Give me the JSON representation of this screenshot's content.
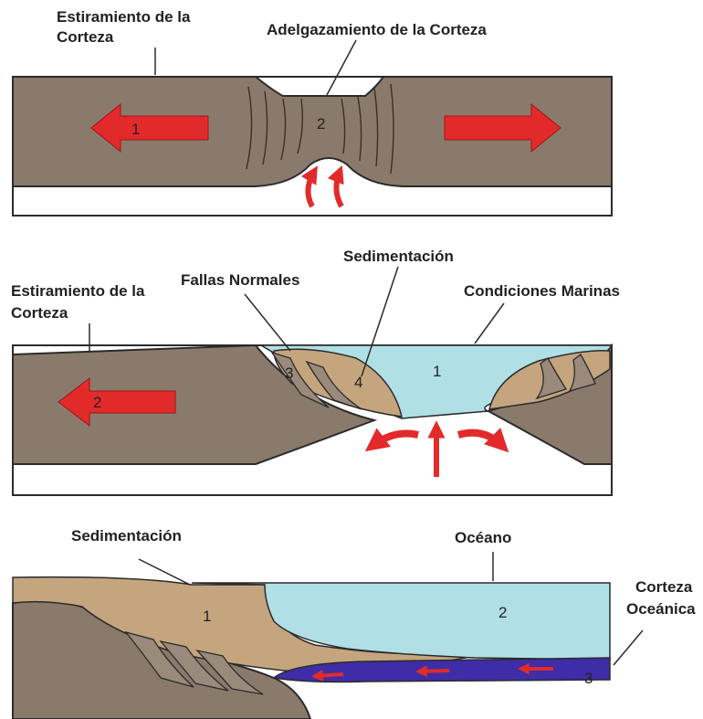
{
  "colors": {
    "crust": "#8a7a6c",
    "sediment": "#c4a57e",
    "water": "#b0e0e6",
    "oceanic_crust": "#3e2da6",
    "arrow": "#e32a2a",
    "outline": "#2b2b2b"
  },
  "panel1": {
    "label_left_1": "Estiramiento de la",
    "label_left_2": "Corteza",
    "label_top": "Adelgazamiento de la Corteza",
    "num_1": "1",
    "num_2": "2"
  },
  "panel2": {
    "label_sed": "Sedimentación",
    "label_fallas": "Fallas Normales",
    "label_left_1": "Estiramiento de la",
    "label_left_2": "Corteza",
    "label_marinas": "Condiciones Marinas",
    "num_1": "1",
    "num_2": "2",
    "num_3": "3",
    "num_4": "4"
  },
  "panel3": {
    "label_sed": "Sedimentación",
    "label_oceano": "Océano",
    "label_corteza_1": "Corteza",
    "label_corteza_2": "Oceánica",
    "num_1": "1",
    "num_2": "2",
    "num_3": "3"
  }
}
